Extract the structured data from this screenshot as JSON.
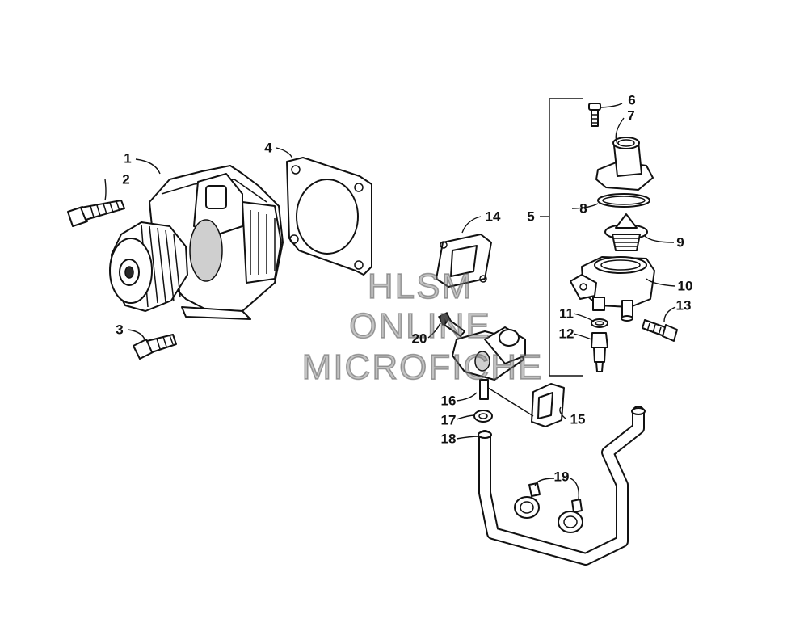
{
  "callouts": [
    {
      "id": "c1",
      "label": "1"
    },
    {
      "id": "c2",
      "label": "2"
    },
    {
      "id": "c3",
      "label": "3"
    },
    {
      "id": "c4",
      "label": "4"
    },
    {
      "id": "c5",
      "label": "5"
    },
    {
      "id": "c6",
      "label": "6"
    },
    {
      "id": "c7",
      "label": "7"
    },
    {
      "id": "c8",
      "label": "8"
    },
    {
      "id": "c9",
      "label": "9"
    },
    {
      "id": "c10",
      "label": "10"
    },
    {
      "id": "c11",
      "label": "11"
    },
    {
      "id": "c12",
      "label": "12"
    },
    {
      "id": "c13",
      "label": "13"
    },
    {
      "id": "c14",
      "label": "14"
    },
    {
      "id": "c15",
      "label": "15"
    },
    {
      "id": "c16",
      "label": "16"
    },
    {
      "id": "c17",
      "label": "17"
    },
    {
      "id": "c18",
      "label": "18"
    },
    {
      "id": "c19",
      "label": "19"
    },
    {
      "id": "c20",
      "label": "20"
    }
  ],
  "watermark": {
    "line1": "HLSM",
    "line2": "ONLINE",
    "line3": "MICROFICHE"
  }
}
